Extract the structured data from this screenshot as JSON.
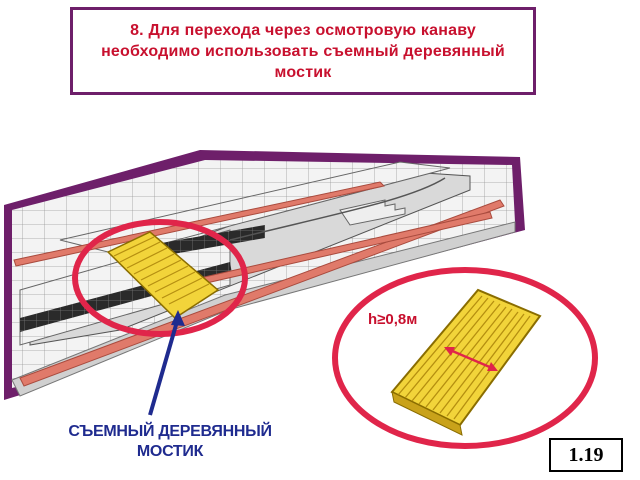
{
  "title": "8. Для перехода через осмотровую канаву\nнеобходимо использовать съемный деревянный\nмостик",
  "caption": "СЪЕМНЫЙ ДЕРЕВЯННЫЙ\nМОСТИК",
  "height_label": "h≥0,8м",
  "figure_number": "1.19",
  "colors": {
    "frame": "#6e1f6a",
    "title_text": "#c8102e",
    "highlight_circle": "#e0254a",
    "caption_text": "#1f2b8f",
    "bridge": "#f2d43a",
    "rail": "#e07a6a"
  }
}
